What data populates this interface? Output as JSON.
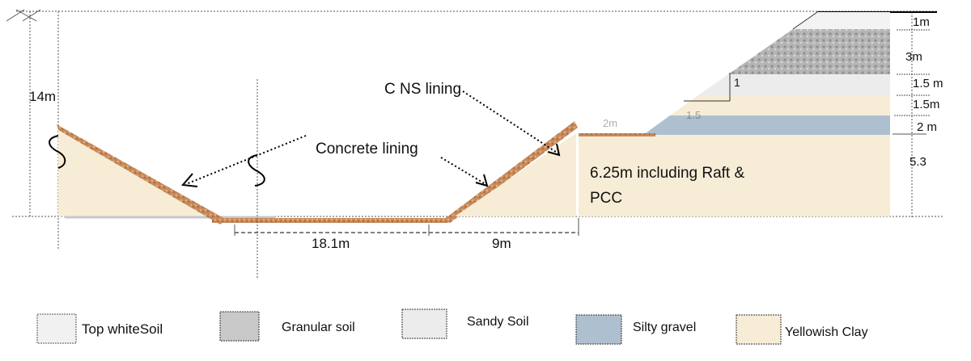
{
  "labels": {
    "total_height": "14m",
    "cns_lining": "C NS lining",
    "concrete_lining": "Concrete lining",
    "foundation_note_line1": "6.25m including Raft &",
    "foundation_note_line2": "PCC",
    "bottom_width": "18.1m",
    "slope_width": "9m",
    "berm_width": "2m",
    "slope_ratio_vertical": "1",
    "slope_ratio_horizontal": "1.5"
  },
  "layer_thicknesses": [
    "1m",
    "3m",
    "1.5 m",
    "1.5m",
    "2 m",
    "5.3"
  ],
  "legend": [
    {
      "label": "Top whiteSoil",
      "color": "#f1f1f1"
    },
    {
      "label": "Granular soil",
      "color": "#b9b9b9"
    },
    {
      "label": "Sandy Soil",
      "color": "#ececec"
    },
    {
      "label": "Silty gravel",
      "color": "#aebfd0"
    },
    {
      "label": "Yellowish Clay",
      "color": "#f7ecd6"
    }
  ],
  "colors": {
    "lining": "#c98a5a",
    "clay": "#f7ecd6"
  }
}
